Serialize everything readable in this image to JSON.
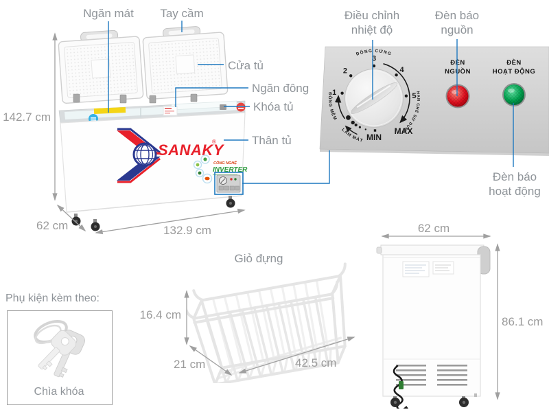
{
  "colors": {
    "accent_blue": "#1e79c0",
    "label_gray": "#8f9499",
    "dimension_gray": "#9b9b9b",
    "sanaky_red": "#e8212b",
    "sanaky_blue": "#2b3990",
    "inverter_green": "#2e9b3f",
    "panel_gray": "#d3d3d3",
    "power_light_red": "#e3101f",
    "activity_light_green": "#00a551"
  },
  "front_view": {
    "part_labels": {
      "cool_compartment": "Ngăn mát",
      "handle": "Tay cầm",
      "door": "Cửa tủ",
      "freezer_compartment": "Ngăn đông",
      "lock": "Khóa tủ",
      "body": "Thân tủ"
    },
    "dimensions": {
      "height": "142.7 cm",
      "depth": "62 cm",
      "width": "132.9 cm"
    },
    "branding": {
      "name": "SANAKY",
      "registered": "®",
      "tech_line": "CÔNG NGHỆ",
      "tech_name": "INVERTER"
    }
  },
  "control_panel": {
    "labels": {
      "temperature_adjust_line1": "Điều chỉnh",
      "temperature_adjust_line2": "nhiệt độ",
      "power_indicator_line1": "Đèn báo",
      "power_indicator_line2": "nguồn",
      "activity_indicator_line1": "Đèn báo",
      "activity_indicator_line2": "hoạt động"
    },
    "power_light": {
      "line1": "ĐÈN",
      "line2": "NGUỒN"
    },
    "activity_light": {
      "line1": "ĐÈN",
      "line2": "HOẠT ĐỘNG"
    },
    "dial": {
      "numbers": [
        "1",
        "2",
        "3",
        "4",
        "5"
      ],
      "min": "MIN",
      "max": "MAX",
      "arc_top": "ĐÔNG CỨNG",
      "arc_left": "ĐÔNG MỀM",
      "arc_bottom_left": "LÀM MÁT",
      "arc_right": "HẠN CHẾ SỬ DỤNG"
    }
  },
  "basket": {
    "title": "Giỏ đựng",
    "dimensions": {
      "height": "16.4 cm",
      "depth": "21 cm",
      "width": "42.5 cm"
    }
  },
  "side_view": {
    "dimensions": {
      "width": "62 cm",
      "height": "86.1 cm"
    }
  },
  "accessories": {
    "title": "Phụ kiện kèm theo:",
    "key_label": "Chìa khóa"
  }
}
